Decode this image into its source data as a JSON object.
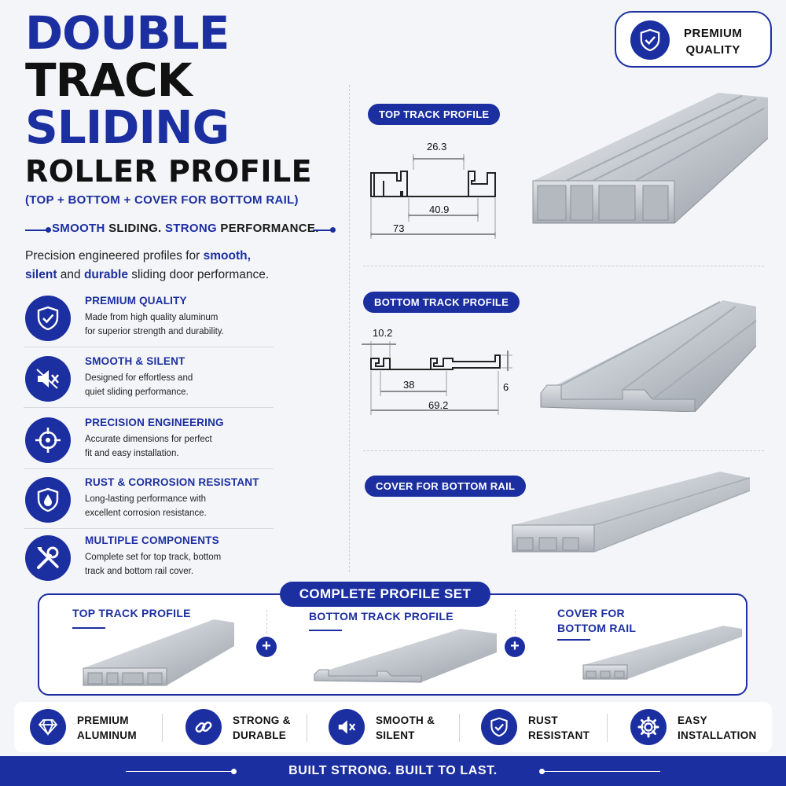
{
  "title": {
    "line1": "DOUBLE",
    "line2": "TRACK",
    "line3": "SLIDING",
    "line4": "ROLLER PROFILE",
    "parenthetical": "(TOP + BOTTOM + COVER FOR BOTTOM RAIL)"
  },
  "tagline": {
    "w1": "SMOOTH",
    "w2": " SLIDING. ",
    "w3": "STRONG",
    "w4": " PERFORMANCE."
  },
  "intro": {
    "p1": "Precision engineered profiles for ",
    "b1": "smooth,",
    "b2": "silent",
    "p2": " and ",
    "b3": "durable",
    "p3": " sliding door performance."
  },
  "features": [
    {
      "icon": "shield-check-icon",
      "title": "PREMIUM QUALITY",
      "line1": "Made from high quality aluminum",
      "line2": "for superior strength and durability."
    },
    {
      "icon": "mute-speaker-icon",
      "title": "SMOOTH & SILENT",
      "line1": "Designed for effortless and",
      "line2": "quiet sliding performance."
    },
    {
      "icon": "crosshair-icon",
      "title": "PRECISION ENGINEERING",
      "line1": "Accurate dimensions for perfect",
      "line2": "fit and easy installation."
    },
    {
      "icon": "shield-drop-icon",
      "title": "RUST & CORROSION RESISTANT",
      "line1": "Long-lasting performance with",
      "line2": "excellent corrosion resistance."
    },
    {
      "icon": "tools-icon",
      "title": "MULTIPLE COMPONENTS",
      "line1": "Complete set for top track, bottom",
      "line2": "track and bottom rail cover."
    }
  ],
  "badge": {
    "icon": "shield-check-icon",
    "line1": "PREMIUM",
    "line2": "QUALITY"
  },
  "profiles": {
    "top": {
      "label": "TOP TRACK PROFILE",
      "dim_a": "26.3",
      "dim_b": "40.9",
      "dim_c": "73"
    },
    "bottom": {
      "label": "BOTTOM TRACK PROFILE",
      "dim_a": "10.2",
      "dim_b": "38",
      "dim_c": "69.2",
      "dim_d": "6"
    },
    "cover": {
      "label": "COVER FOR BOTTOM RAIL"
    }
  },
  "complete_set": {
    "title": "COMPLETE PROFILE SET",
    "item1": "TOP TRACK PROFILE",
    "item2": "BOTTOM TRACK PROFILE",
    "item3_line1": "COVER FOR",
    "item3_line2": "BOTTOM RAIL",
    "plus": "+"
  },
  "bottom_features": [
    {
      "icon": "diamond-icon",
      "line1": "PREMIUM",
      "line2": "ALUMINUM"
    },
    {
      "icon": "link-icon",
      "line1": "STRONG &",
      "line2": "DURABLE"
    },
    {
      "icon": "mute-speaker-icon",
      "line1": "SMOOTH &",
      "line2": "SILENT"
    },
    {
      "icon": "shield-check-icon",
      "line1": "RUST",
      "line2": "RESISTANT"
    },
    {
      "icon": "gear-icon",
      "line1": "EASY",
      "line2": "INSTALLATION"
    }
  ],
  "footer": "BUILT STRONG. BUILT TO LAST.",
  "colors": {
    "brand": "#1c2fa1",
    "background": "#f4f5f8",
    "aluminum": "#c8ccd2"
  }
}
